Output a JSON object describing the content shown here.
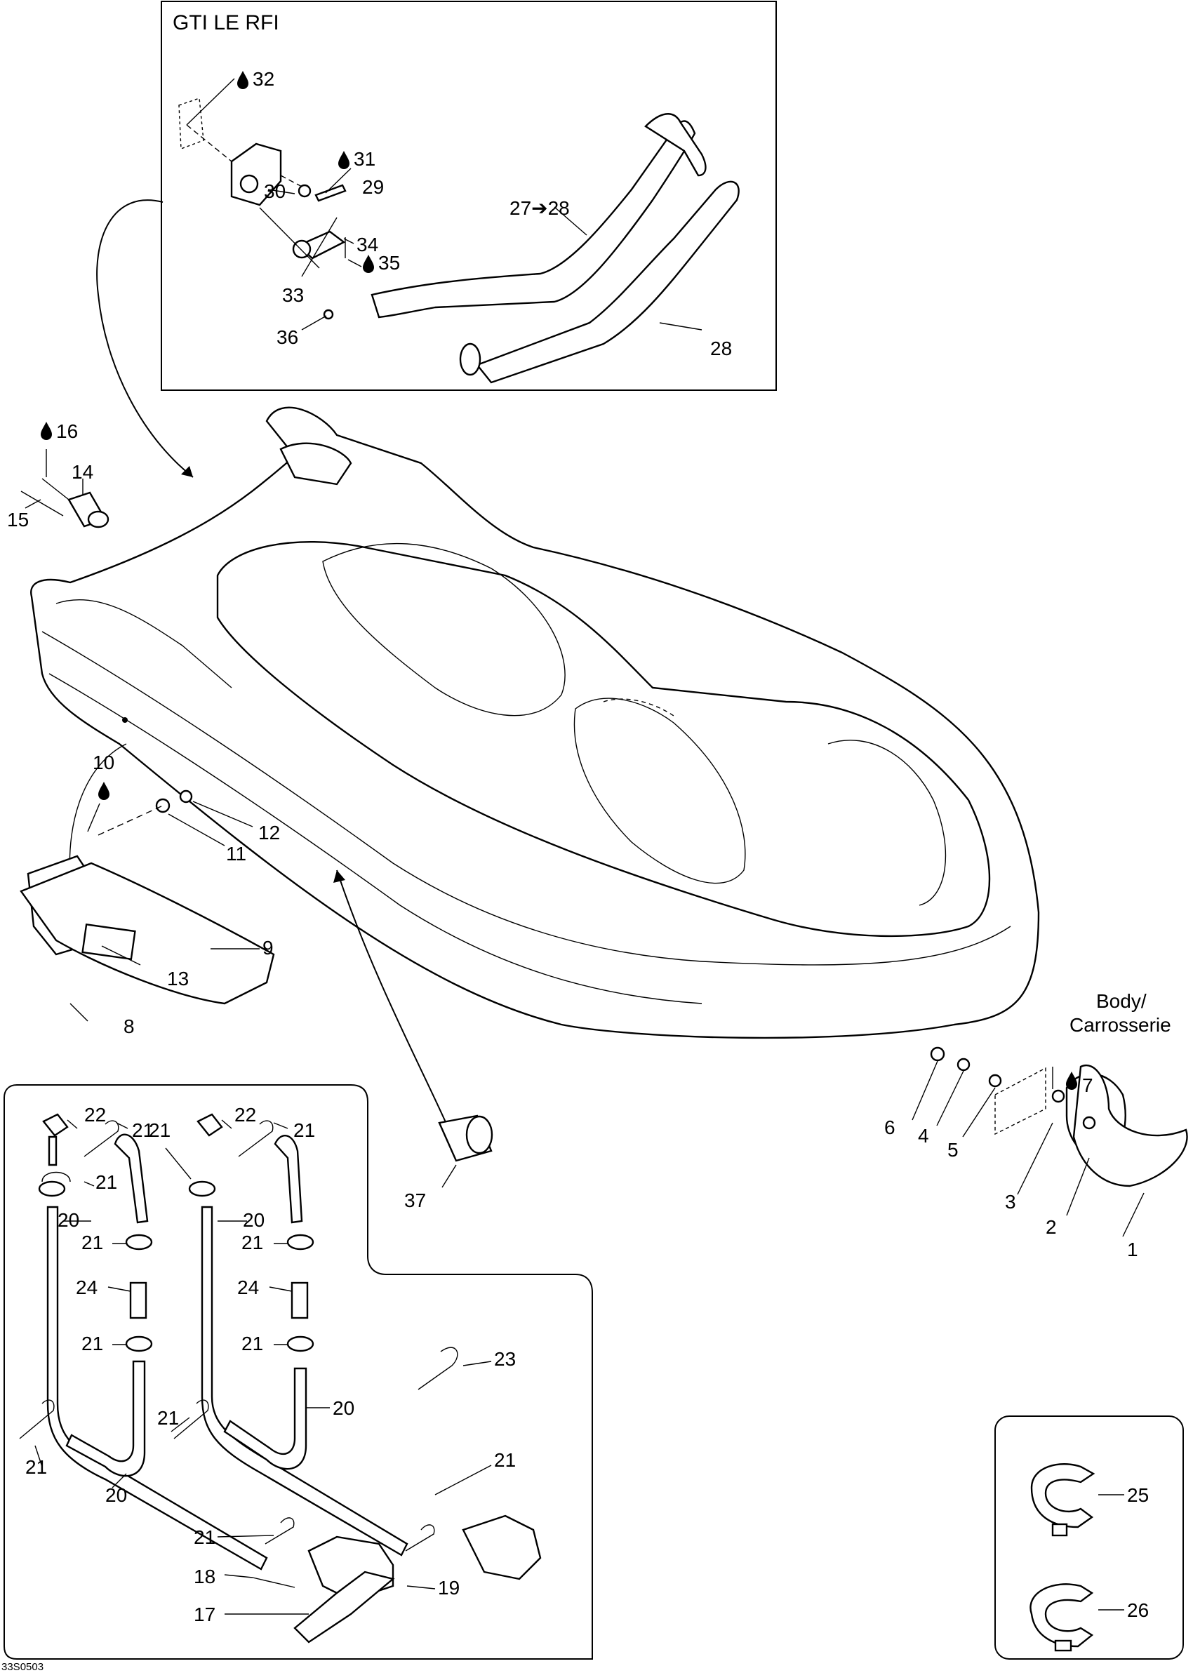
{
  "diagram": {
    "code": "33S0503",
    "inset_title": "GTI LE RFI",
    "body_label_line1": "Body/",
    "body_label_line2": "Carrosserie",
    "callouts": {
      "c1": "1",
      "c2": "2",
      "c3": "3",
      "c4": "4",
      "c5": "5",
      "c6": "6",
      "c7": "7",
      "c8": "8",
      "c9": "9",
      "c10": "10",
      "c11": "11",
      "c12": "12",
      "c13": "13",
      "c14": "14",
      "c15": "15",
      "c16": "16",
      "c17": "17",
      "c18": "18",
      "c19": "19",
      "c20a": "20",
      "c20b": "20",
      "c20c": "20",
      "c20d": "20",
      "c21a": "21",
      "c21b": "21",
      "c21c": "21",
      "c21d": "21",
      "c21e": "21",
      "c21f": "21",
      "c21g": "21",
      "c21h": "21",
      "c21i": "21",
      "c21j": "21",
      "c21k": "21",
      "c21l": "21",
      "c22a": "22",
      "c22b": "22",
      "c23": "23",
      "c24a": "24",
      "c24b": "24",
      "c25": "25",
      "c26": "26",
      "c27_28": "27➔28",
      "c28": "28",
      "c29": "29",
      "c30": "30",
      "c31": "31",
      "c32": "32",
      "c33": "33",
      "c34": "34",
      "c35": "35",
      "c36": "36",
      "c37": "37"
    },
    "icons": [
      "oil-drop-icon"
    ]
  }
}
